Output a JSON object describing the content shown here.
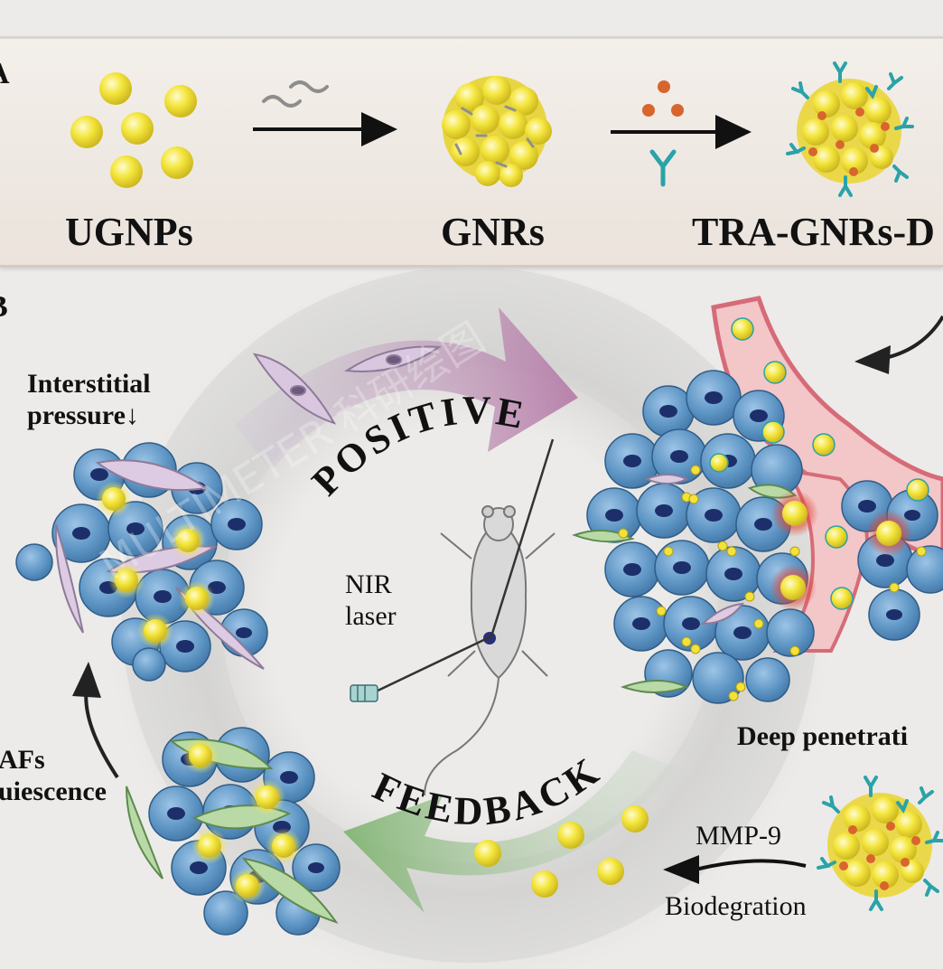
{
  "panel_a": {
    "panel_letter": "A",
    "stage_labels": [
      "UGNPs",
      "GNRs",
      "TRA-GNRs-D"
    ]
  },
  "panel_b": {
    "panel_letter": "B",
    "interstitial_pressure": [
      "Interstitial",
      "pressure↓"
    ],
    "cafs_quiescence": [
      "AFs",
      "uiescence"
    ],
    "nir_laser": [
      "NIR",
      "laser"
    ],
    "deep_penetration": "Deep penetrati",
    "mmp9": "MMP-9",
    "biodegradation": "Biodegration",
    "positive": "POSITIVE",
    "feedback": "FEEDBACK"
  },
  "watermark": "MULTIMETER 科研绘图",
  "colors": {
    "gold": "#f2e23a",
    "cell_blue": "#5b93c3",
    "nucleus": "#1c2f6b",
    "positive_arrow": "#b77aa8",
    "feedback_arrow": "#7eb46c",
    "vessel": "#e58a93",
    "antibody": "#2aa3a8",
    "drug": "#d9652e"
  }
}
